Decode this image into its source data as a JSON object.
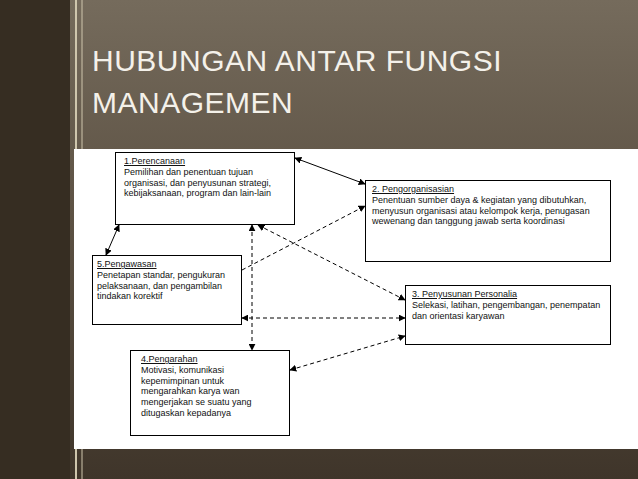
{
  "diagram": {
    "title": "HUBUNGAN ANTAR FUNGSI MANAGEMEN",
    "nodes": [
      {
        "text": [
          "1.Perencanaan",
          "Pemilihan dan penentuan tujuan organisasi, dan penyusunan strategi, kebijaksanaan, program dan lain-lain"
        ]
      },
      {
        "text": [
          "2. Pengorganisasian",
          "Penentuan sumber daya & kegiatan yang dibutuhkan, menyusun organisasi atau kelompok kerja, penugasan wewenang dan tanggung jawab serta koordinasi"
        ]
      },
      {
        "text": [
          "3. Penyusunan Personalia",
          "Selekasi, latihan, pengembangan, penempatan dan orientasi karyawan"
        ]
      },
      {
        "text": [
          "4.Pengarahan",
          "Motivasi, komunikasi kepemimpinan untuk mengarahkan karya wan mengerjakan se suatu yang ditugaskan kepadanya"
        ]
      },
      {
        "text": [
          "5.Pengawasan",
          "Penetapan standar, pengukuran pelaksanaan, dan pengambilan tindakan korektif"
        ]
      }
    ],
    "edges": [
      {
        "from": 0,
        "to": 1,
        "arrow": "both"
      },
      {
        "from": 0,
        "to": 4,
        "arrow": "both"
      },
      {
        "from": 4,
        "to": 1,
        "arrow": "to"
      },
      {
        "from": 0,
        "to": 2,
        "arrow": "both"
      },
      {
        "from": 0,
        "to": 3,
        "arrow": "both"
      },
      {
        "from": 4,
        "to": 2,
        "arrow": "both"
      },
      {
        "from": 3,
        "to": 2,
        "arrow": "both"
      }
    ]
  }
}
